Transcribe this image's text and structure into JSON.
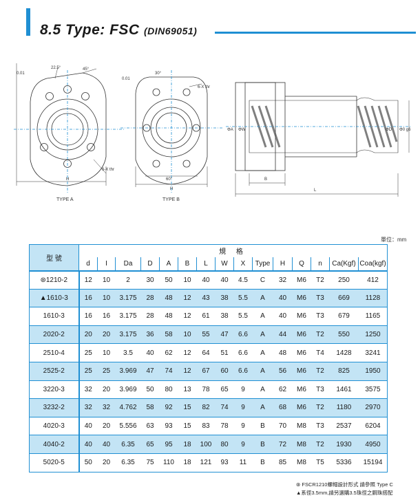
{
  "header": {
    "title": "8.5 Type: FSC",
    "subtitle": "(DIN69051)"
  },
  "drawings": {
    "type_a": {
      "caption": "TYPE A",
      "labels": {
        "tolerance": "0.01",
        "angle1": "22.5°",
        "angle2": "45°",
        "holes": "6-X thr",
        "h": "H"
      }
    },
    "type_b": {
      "caption": "TYPE B",
      "labels": {
        "tolerance": "0.01",
        "angle1": "30°",
        "holes": "6-X thr",
        "angle2": "60°",
        "h": "H"
      }
    },
    "side": {
      "labels": {
        "da": "ΦA",
        "dw": "ΦW",
        "dd": "ΦD",
        "dc": "Φ0 g6",
        "b": "B",
        "l": "L"
      }
    }
  },
  "unit": "單位：mm",
  "table": {
    "model_header": "型 號",
    "group_header": "規 格",
    "columns": [
      "d",
      "I",
      "Da",
      "D",
      "A",
      "B",
      "L",
      "W",
      "X",
      "Type",
      "H",
      "Q",
      "n",
      "Ca(Kgf)",
      "Coa(kgf)"
    ],
    "rows": [
      {
        "model": "⊛1210-2",
        "cells": [
          "12",
          "10",
          "2",
          "30",
          "50",
          "10",
          "40",
          "40",
          "4.5",
          "C",
          "32",
          "M6",
          "T2",
          "250",
          "412"
        ]
      },
      {
        "model": "▲1610-3",
        "cells": [
          "16",
          "10",
          "3.175",
          "28",
          "48",
          "12",
          "43",
          "38",
          "5.5",
          "A",
          "40",
          "M6",
          "T3",
          "669",
          "1128"
        ]
      },
      {
        "model": "1610-3",
        "cells": [
          "16",
          "16",
          "3.175",
          "28",
          "48",
          "12",
          "61",
          "38",
          "5.5",
          "A",
          "40",
          "M6",
          "T3",
          "679",
          "1165"
        ]
      },
      {
        "model": "2020-2",
        "cells": [
          "20",
          "20",
          "3.175",
          "36",
          "58",
          "10",
          "55",
          "47",
          "6.6",
          "A",
          "44",
          "M6",
          "T2",
          "550",
          "1250"
        ]
      },
      {
        "model": "2510-4",
        "cells": [
          "25",
          "10",
          "3.5",
          "40",
          "62",
          "12",
          "64",
          "51",
          "6.6",
          "A",
          "48",
          "M6",
          "T4",
          "1428",
          "3241"
        ]
      },
      {
        "model": "2525-2",
        "cells": [
          "25",
          "25",
          "3.969",
          "47",
          "74",
          "12",
          "67",
          "60",
          "6.6",
          "A",
          "56",
          "M6",
          "T2",
          "825",
          "1950"
        ]
      },
      {
        "model": "3220-3",
        "cells": [
          "32",
          "20",
          "3.969",
          "50",
          "80",
          "13",
          "78",
          "65",
          "9",
          "A",
          "62",
          "M6",
          "T3",
          "1461",
          "3575"
        ]
      },
      {
        "model": "3232-2",
        "cells": [
          "32",
          "32",
          "4.762",
          "58",
          "92",
          "15",
          "82",
          "74",
          "9",
          "A",
          "68",
          "M6",
          "T2",
          "1180",
          "2970"
        ]
      },
      {
        "model": "4020-3",
        "cells": [
          "40",
          "20",
          "5.556",
          "63",
          "93",
          "15",
          "83",
          "78",
          "9",
          "B",
          "70",
          "M8",
          "T3",
          "2537",
          "6204"
        ]
      },
      {
        "model": "4040-2",
        "cells": [
          "40",
          "40",
          "6.35",
          "65",
          "95",
          "18",
          "100",
          "80",
          "9",
          "B",
          "72",
          "M8",
          "T2",
          "1930",
          "4950"
        ]
      },
      {
        "model": "5020-5",
        "cells": [
          "50",
          "20",
          "6.35",
          "75",
          "110",
          "18",
          "121",
          "93",
          "11",
          "B",
          "85",
          "M8",
          "T5",
          "5336",
          "15194"
        ]
      }
    ]
  },
  "notes": [
    "⊛ FSCR1210螺帽設計形式 請參照 Type C",
    "▲系徑3.5mm,請另選購3.5珠徑之鋼珠搭配"
  ],
  "colors": {
    "accent": "#1f8fd3",
    "row_fill": "#c3e4f5"
  }
}
